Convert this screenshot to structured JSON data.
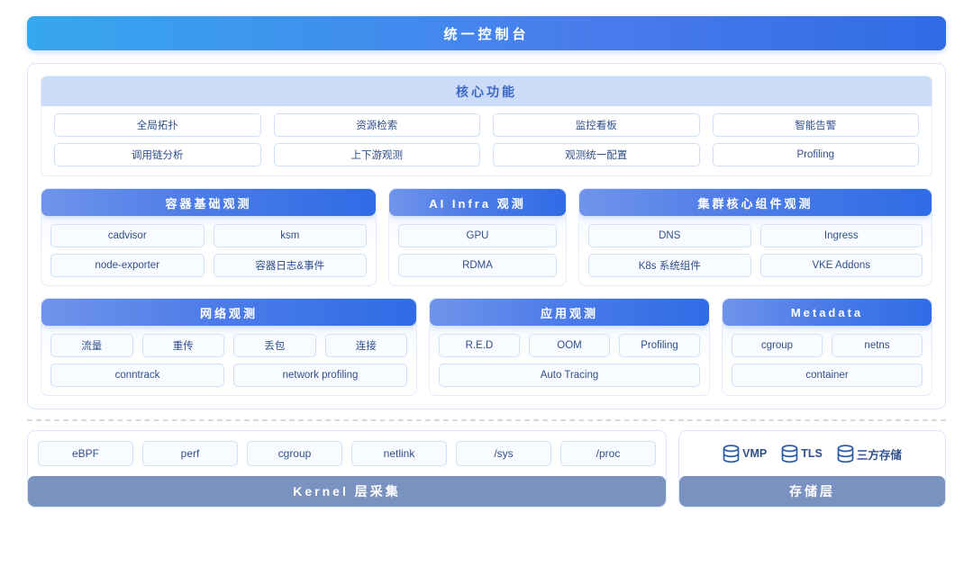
{
  "banner": {
    "title": "统一控制台"
  },
  "core": {
    "title": "核心功能",
    "rows": [
      [
        "全局拓扑",
        "资源检索",
        "监控看板",
        "智能告警"
      ],
      [
        "调用链分析",
        "上下游观测",
        "观测统一配置",
        "Profiling"
      ]
    ]
  },
  "modules_row1": [
    {
      "title": "容器基础观测",
      "rows": [
        [
          "cadvisor",
          "ksm"
        ],
        [
          "node-exporter",
          "容器日志&事件"
        ]
      ]
    },
    {
      "title": "AI Infra 观测",
      "rows": [
        [
          "GPU"
        ],
        [
          "RDMA"
        ]
      ]
    },
    {
      "title": "集群核心组件观测",
      "rows": [
        [
          "DNS",
          "Ingress"
        ],
        [
          "K8s 系统组件",
          "VKE Addons"
        ]
      ]
    }
  ],
  "modules_row2": [
    {
      "title": "网络观测",
      "rows": [
        [
          "流量",
          "重传",
          "丢包",
          "连接"
        ],
        [
          "conntrack",
          "network profiling"
        ]
      ]
    },
    {
      "title": "应用观测",
      "rows": [
        [
          "R.E.D",
          "OOM",
          "Profiling"
        ],
        [
          "Auto Tracing"
        ]
      ]
    },
    {
      "title": "Metadata",
      "rows": [
        [
          "cgroup",
          "netns"
        ],
        [
          "container"
        ]
      ]
    }
  ],
  "kernel": {
    "chips": [
      "eBPF",
      "perf",
      "cgroup",
      "netlink",
      "/sys",
      "/proc"
    ],
    "footer": "Kernel 层采集"
  },
  "storage": {
    "items": [
      {
        "icon": "database-icon",
        "label": "VMP"
      },
      {
        "icon": "database-icon",
        "label": "TLS"
      },
      {
        "icon": "database-icon",
        "label": "三方存储"
      }
    ],
    "footer": "存储层"
  },
  "colors": {
    "banner_start": "#36a8ef",
    "banner_end": "#2f6ce5",
    "module_head_start": "#7094ea",
    "module_head_end": "#2f6ce5",
    "core_head_bg": "#ccdcf6",
    "core_head_text": "#3c68c9",
    "chip_text": "#2f4f8c",
    "chip_border": "#cfe0f8",
    "footer_bg": "#7a92bf",
    "divider": "#d8d8d8"
  }
}
